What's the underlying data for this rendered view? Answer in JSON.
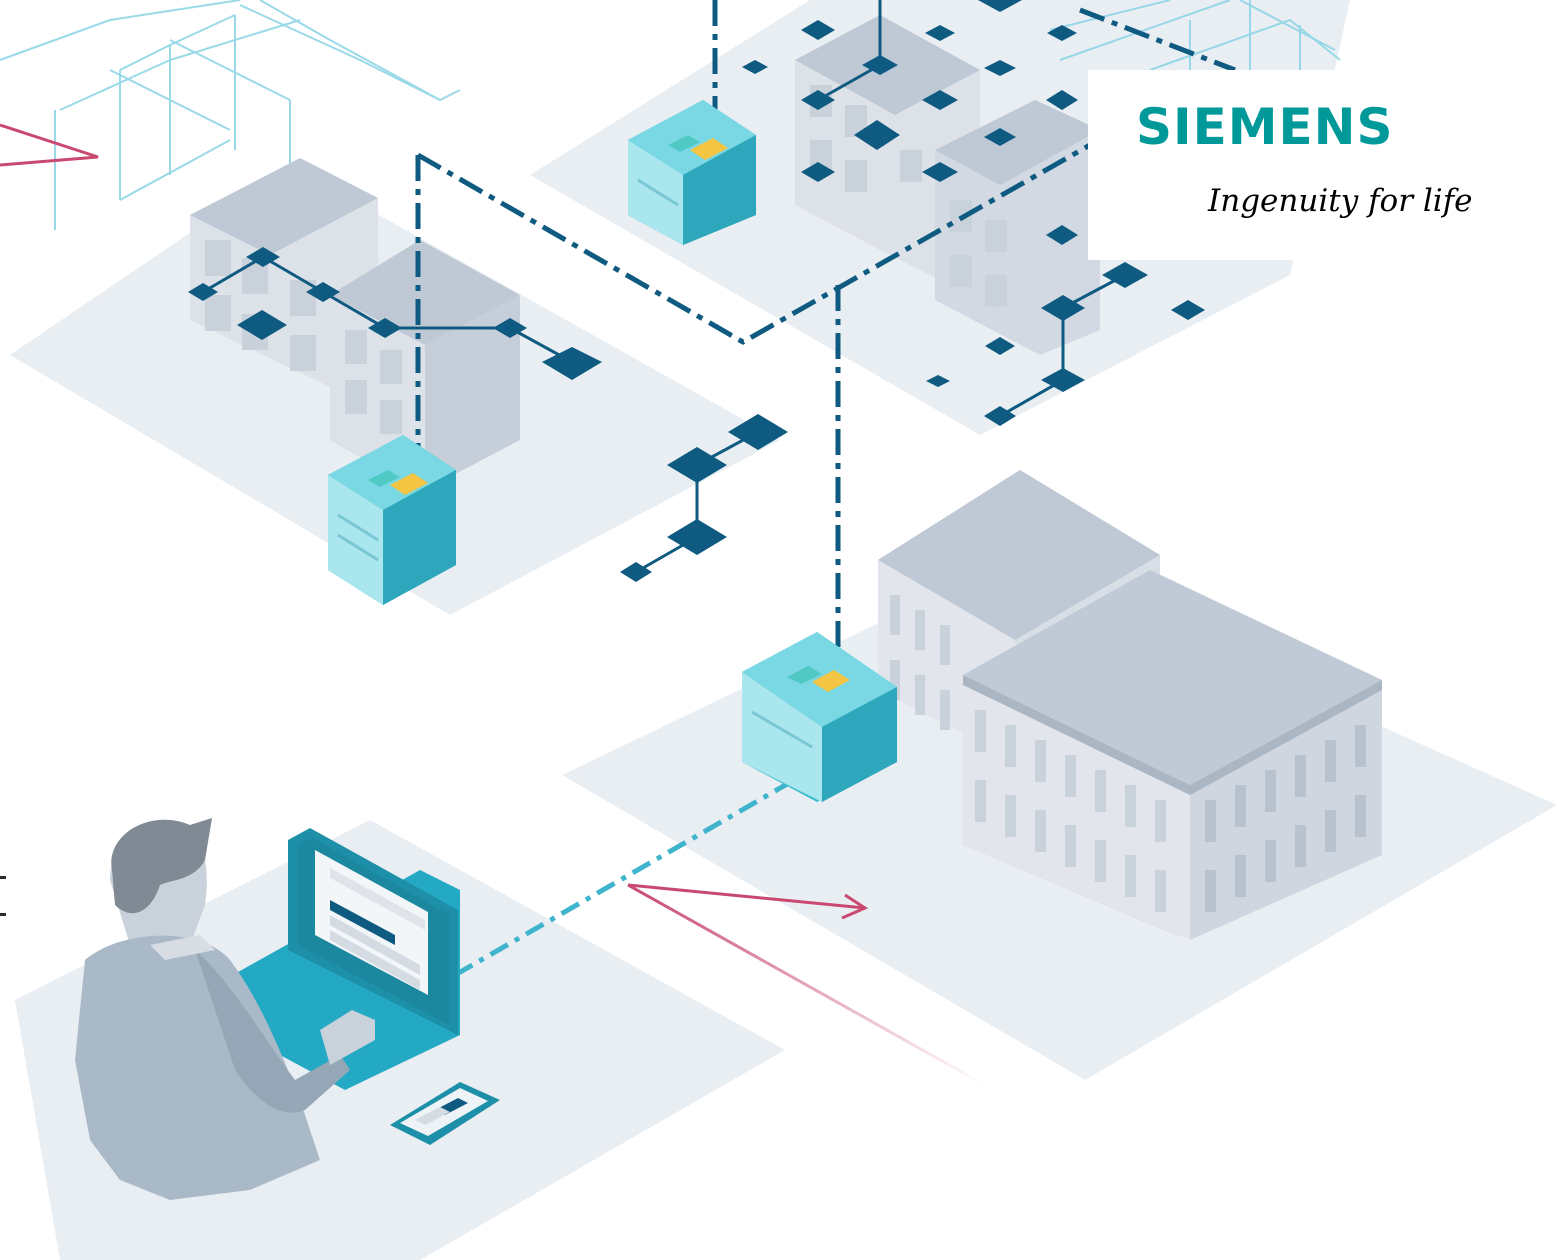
{
  "brand": {
    "wordmark": "SIEMENS",
    "tagline": "Ingenuity for life",
    "wordmark_color": "#009999"
  },
  "palette": {
    "ground": "#e9eef3",
    "building_front": "#dde2e9",
    "building_side": "#c5ced9",
    "building_roof": "#bec9d5",
    "window": "#c9d1db",
    "network_dark": "#0e5a80",
    "network_light": "#3fb4cc",
    "scaffold": "#8fd5e6",
    "controller": "#3bbdd0",
    "laptop": "#23a9c4",
    "arrow": "#c8486f",
    "person_jacket": "#a9b9c7",
    "person_hair": "#7f8a94"
  },
  "illustration": {
    "scene": "building-automation",
    "icons": [
      "scaffold-icon",
      "building-icon",
      "controller-icon",
      "network-node-icon",
      "laptop-icon",
      "smartphone-icon",
      "person-icon",
      "arrow-icon"
    ]
  }
}
